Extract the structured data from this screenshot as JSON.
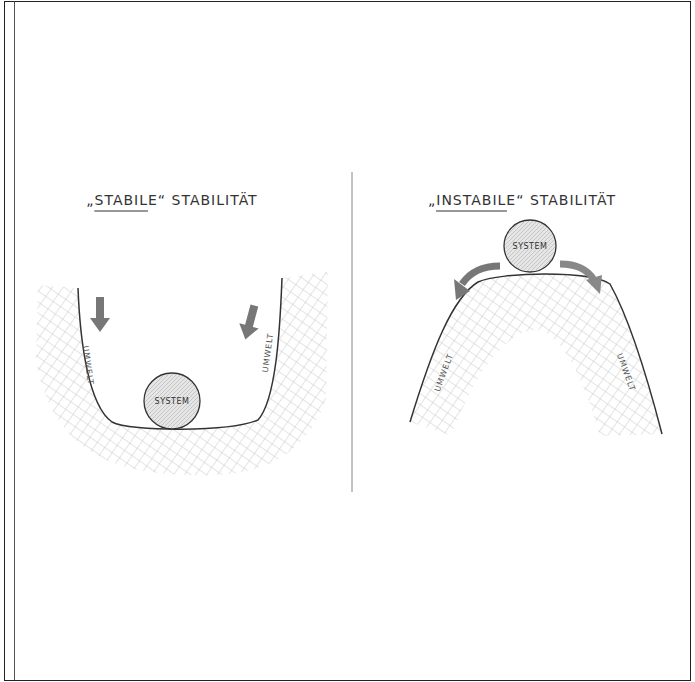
{
  "diagram": {
    "nodes": [
      {
        "text": [
          "SYSTEM"
        ]
      },
      {
        "text": [
          "SYSTEM"
        ]
      }
    ],
    "labels": [
      "„STABILE“ STABILITÄT",
      "UMWELT",
      "UMWELT",
      "„INSTABILE“ STABILITÄT",
      "UMWELT",
      "UMWELT"
    ]
  }
}
